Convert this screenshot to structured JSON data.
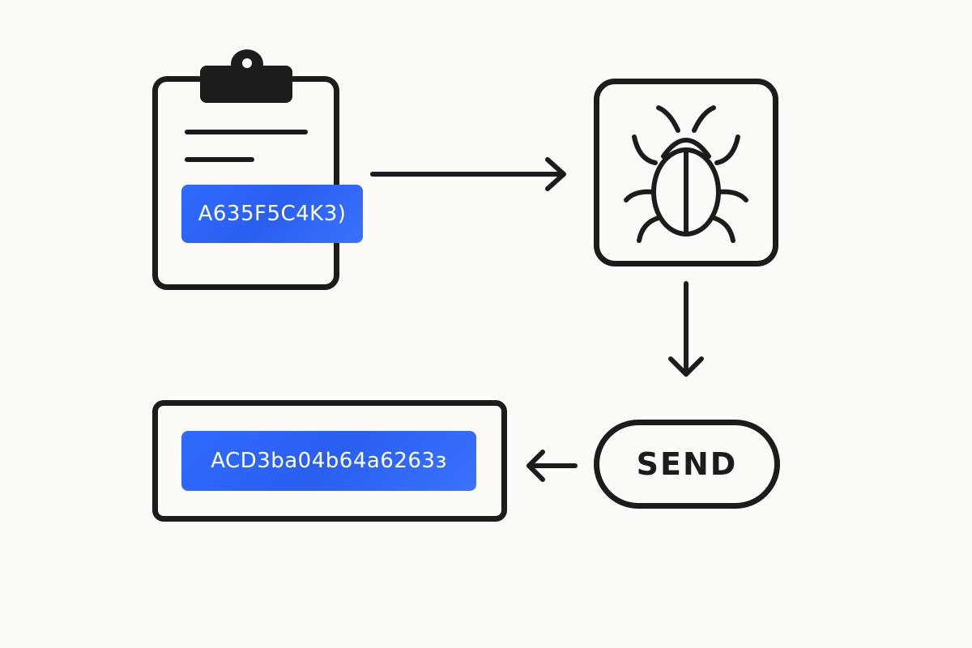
{
  "clipboard": {
    "code": "A635F5C4K3)"
  },
  "output": {
    "code": "ACD3ba04b64a6263з"
  },
  "send_button": {
    "label": "SEND"
  },
  "colors": {
    "ink": "#1c1c1c",
    "highlight": "#2f6bff",
    "background": "#fbfaf6"
  },
  "icons": [
    "clipboard-icon",
    "bug-icon",
    "arrow-right-icon",
    "arrow-down-icon",
    "arrow-left-icon"
  ]
}
